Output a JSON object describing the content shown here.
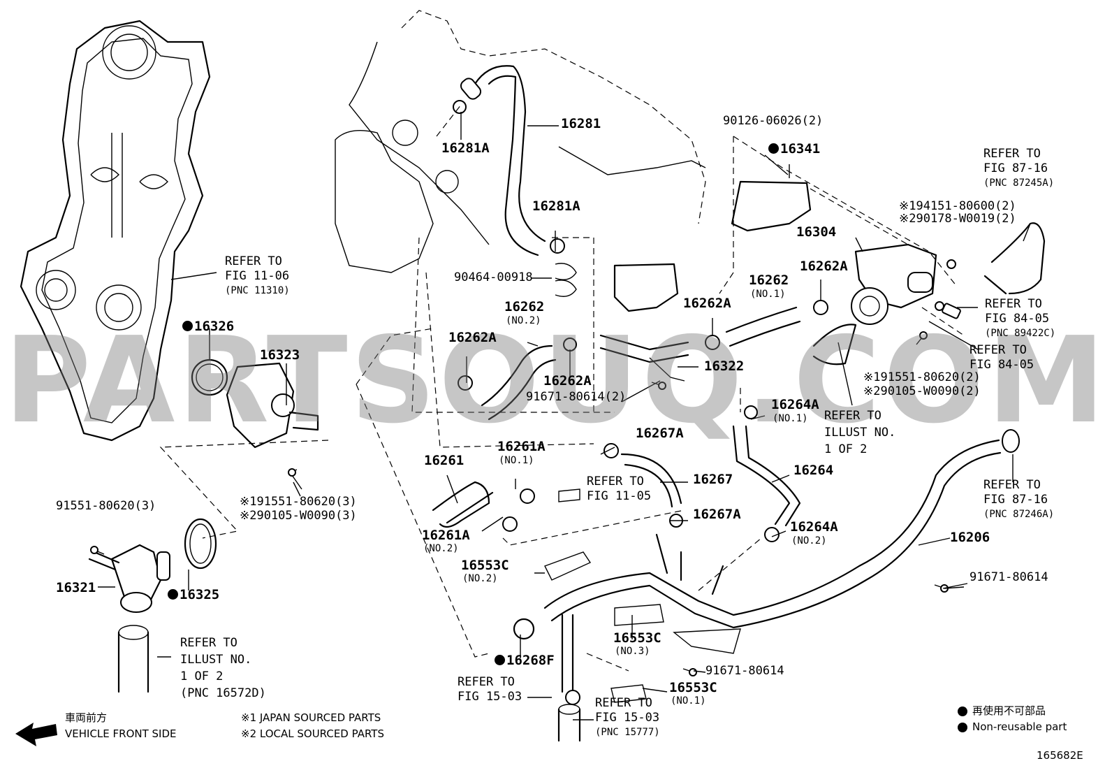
{
  "watermark": "PARTSOUQ.COM",
  "diagram_id": "165682E",
  "parts": {
    "p16281": "16281",
    "p16281A_1": "16281A",
    "p16281A_2": "16281A",
    "p90464": "90464-00918",
    "p16262_2": "16262",
    "p16262_2_sub": "(NO.2)",
    "p16262A_1": "16262A",
    "p16262A_2": "16262A",
    "p16262A_3": "16262A",
    "p16262A_4": "16262A",
    "p16262_1": "16262",
    "p16262_1_sub": "(NO.1)",
    "p90126": "90126-06026(2)",
    "p16341": "16341",
    "p16304": "16304",
    "p194151": "※194151-80600(2)",
    "p290178": "※290178-W0019(2)",
    "p16322": "16322",
    "p91671_2": "91671-80614(2)",
    "p191551_2": "※191551-80620(2)",
    "p290105_2": "※290105-W0090(2)",
    "p16326": "16326",
    "p16323": "16323",
    "p191551_3": "※191551-80620(3)",
    "p290105_3": "※290105-W0090(3)",
    "p91551_3": "91551-80620(3)",
    "p16321": "16321",
    "p16325": "16325",
    "p16261": "16261",
    "p16261A_1": "16261A",
    "p16261A_1_sub": "(NO.1)",
    "p16261A_2": "16261A",
    "p16261A_2_sub": "(NO.2)",
    "p16267A_1": "16267A",
    "p16267": "16267",
    "p16267A_2": "16267A",
    "p16264A_1": "16264A",
    "p16264A_1_sub": "(NO.1)",
    "p16264": "16264",
    "p16264A_2": "16264A",
    "p16264A_2_sub": "(NO.2)",
    "p16206": "16206",
    "p91671_a": "91671-80614",
    "p91671_b": "91671-80614",
    "p16553C_2": "16553C",
    "p16553C_2_sub": "(NO.2)",
    "p16553C_3": "16553C",
    "p16553C_3_sub": "(NO.3)",
    "p16553C_1": "16553C",
    "p16553C_1_sub": "(NO.1)",
    "p16268F": "16268F"
  },
  "refs": {
    "r1106": [
      "REFER TO",
      "FIG 11-06",
      "(PNC 11310)"
    ],
    "r8716a": [
      "REFER TO",
      "FIG 87-16",
      "(PNC 87245A)"
    ],
    "r8405a": [
      "REFER TO",
      "FIG 84-05",
      "(PNC 89422C)"
    ],
    "r8405b": [
      "REFER TO",
      "FIG 84-05"
    ],
    "rillust1": [
      "REFER TO",
      "ILLUST NO.",
      "1 OF 2"
    ],
    "r1105": [
      "REFER TO",
      "FIG 11-05"
    ],
    "r8716b": [
      "REFER TO",
      "FIG 87-16",
      "(PNC 87246A)"
    ],
    "rillust2": [
      "REFER TO",
      "ILLUST NO.",
      "1 OF 2",
      "(PNC 16572D)"
    ],
    "r1503a": [
      "REFER TO",
      "FIG 15-03"
    ],
    "r1503b": [
      "REFER TO",
      "FIG 15-03",
      "(PNC 15777)"
    ]
  },
  "legend": {
    "front_jp": "車両前方",
    "front_en": "VEHICLE FRONT SIDE",
    "note1": "※1 JAPAN SOURCED PARTS",
    "note2": "※2 LOCAL SOURCED PARTS",
    "nonreuse_jp": "再使用不可部品",
    "nonreuse_en": "Non-reusable part"
  }
}
